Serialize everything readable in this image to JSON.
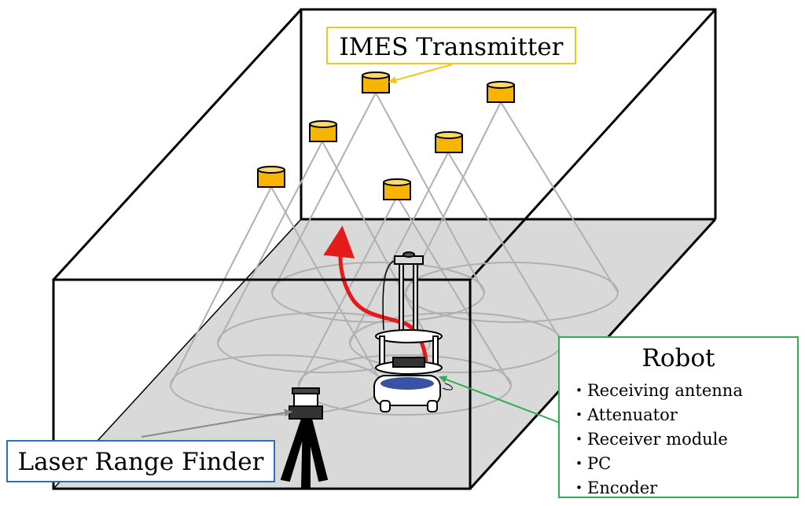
{
  "labels": {
    "transmitter": "IMES Transmitter",
    "robot": "Robot",
    "laser": "Laser Range Finder"
  },
  "robot_components": [
    "Receiving antenna",
    "Attenuator",
    "Receiver module",
    "PC",
    "Encoder"
  ],
  "colors": {
    "transmitter_border": "#f5c51b",
    "transmitter_fill": "#f7b500",
    "robot_border": "#2fae55",
    "laser_border": "#2f6fb6",
    "path_arrow": "#e31b1b",
    "floor": "#d9d9d9",
    "signal_cone": "#b0b0b0"
  }
}
